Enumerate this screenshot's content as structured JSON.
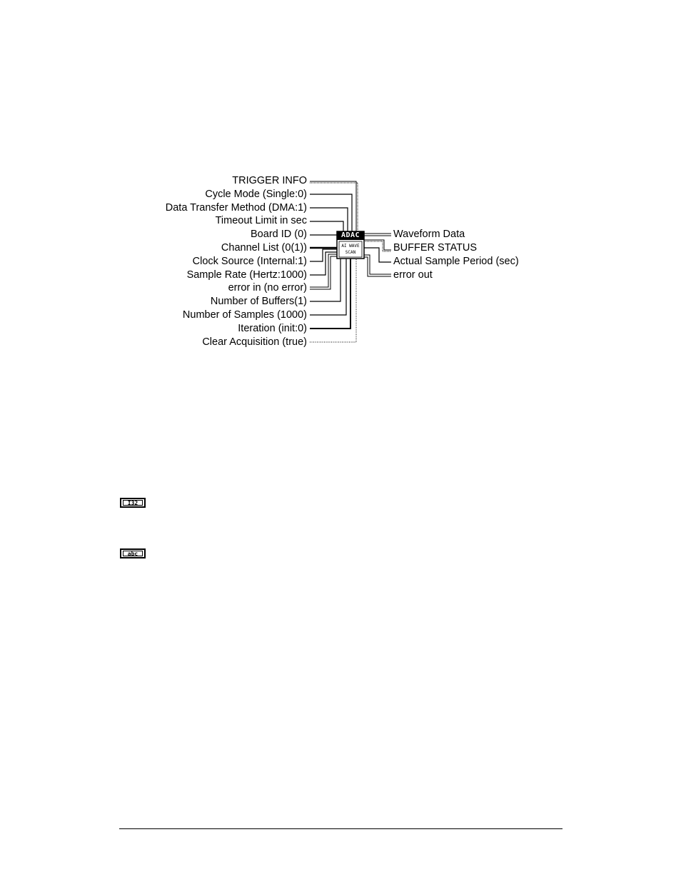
{
  "diagram": {
    "vi_icon": {
      "title": "ADAC",
      "sub_line1": "AI WAVE",
      "sub_line2": "SCAN"
    },
    "inputs": [
      "TRIGGER INFO",
      "Cycle Mode (Single:0)",
      "Data Transfer Method (DMA:1)",
      "Timeout Limit in sec",
      "Board ID (0)",
      "Channel List (0(1))",
      "Clock Source (Internal:1)",
      "Sample Rate (Hertz:1000)",
      "error in (no error)",
      "Number of Buffers(1)",
      "Number of Samples (1000)",
      "Iteration (init:0)",
      "Clear Acquisition (true)"
    ],
    "outputs": [
      "Waveform Data",
      "BUFFER STATUS",
      "Actual Sample Period (sec)",
      "error out"
    ]
  },
  "legend": {
    "i32_icon": "I32",
    "abc_icon": "abc"
  }
}
